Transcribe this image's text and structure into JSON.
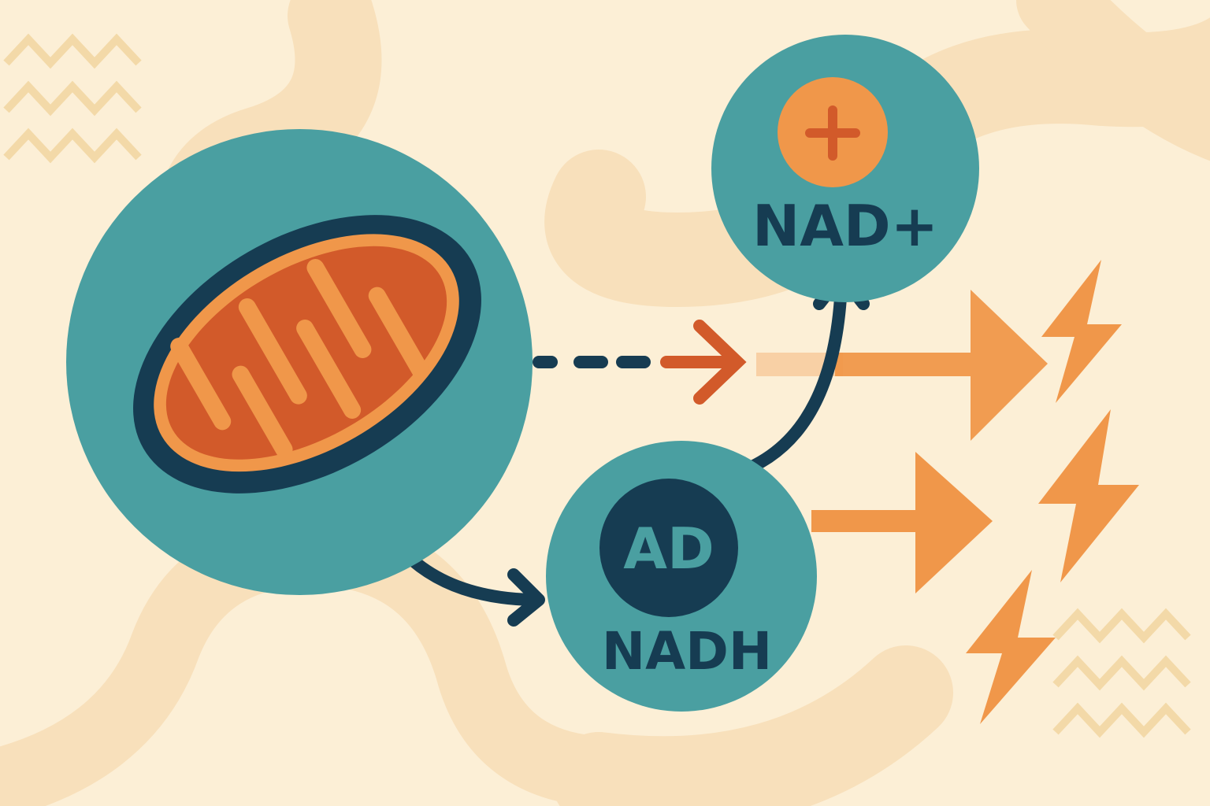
{
  "diagram": {
    "nadplus_node": {
      "label": "NAD+",
      "icon": "plus-icon"
    },
    "nadh_node": {
      "badge": "AD",
      "label": "NADH"
    },
    "mitochondrion_node": {
      "icon": "mitochondrion-icon"
    }
  },
  "colors": {
    "background": "#fcefd6",
    "background_swirl": "#f8e0bb",
    "zigzag": "#f3d9a8",
    "teal": "#4a9fa1",
    "navy": "#163c52",
    "orange": "#f0974a",
    "red_orange": "#d25a2a"
  }
}
